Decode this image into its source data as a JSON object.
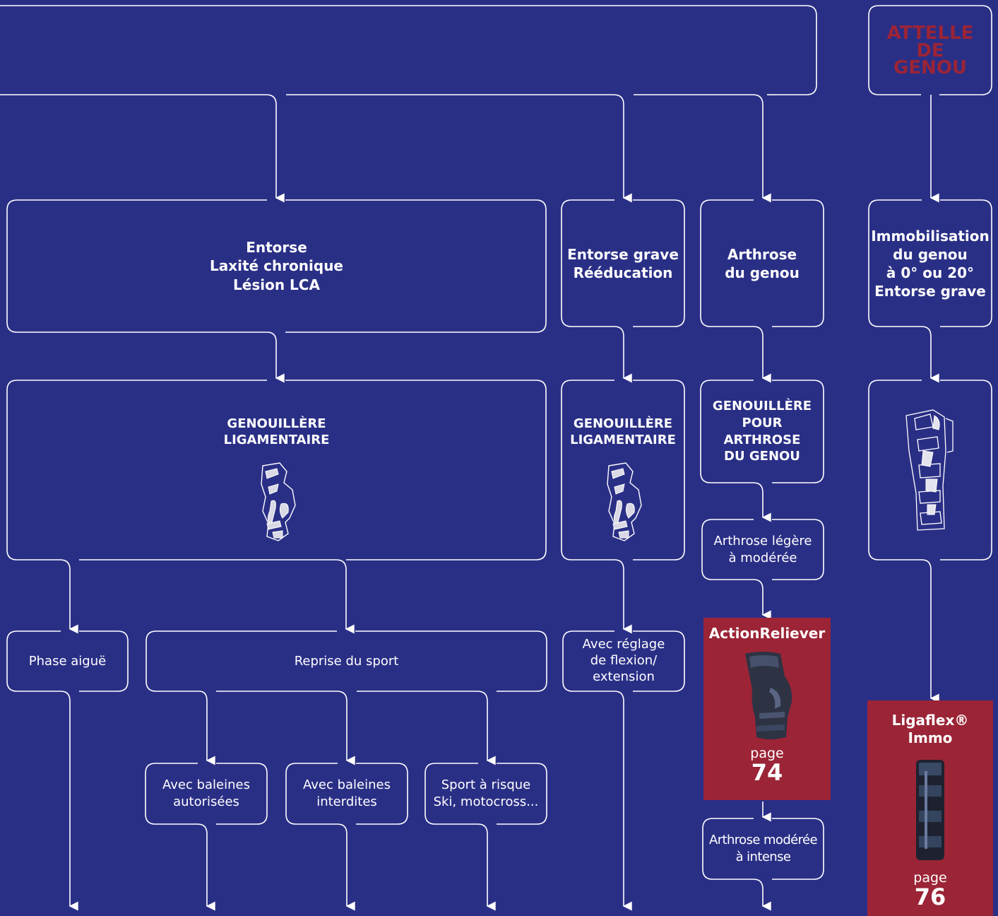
{
  "colors": {
    "background": "#2a2f86",
    "line": "#ffffff",
    "product": "#9b2436",
    "header_text": "#9b2436"
  },
  "header": {
    "title": "ATTELLE\nDE\nGENOU"
  },
  "conditions": {
    "entorse": "Entorse\nLaxité chronique\nLésion LCA",
    "entorse_grave": "Entorse grave\nRééducation",
    "arthrose": "Arthrose\ndu genou",
    "immobilisation": "Immobilisation\ndu genou\nà 0° ou 20°\nEntorse grave"
  },
  "products": {
    "lig_main": "GENOUILLÈRE\nLIGAMENTAIRE",
    "lig_grave": "GENOUILLÈRE\nLIGAMENTAIRE",
    "arthrose": "GENOUILLÈRE\nPOUR\nARTHROSE\nDU GENOU"
  },
  "icons": {
    "knee_brace": "knee-brace-icon",
    "knee_splint": "knee-splint-icon",
    "arrow": "arrow-down-icon"
  },
  "steps": {
    "phase_aigue": "Phase aiguë",
    "reprise": "Reprise du sport",
    "baleines_autorisees": "Avec baleines\nautorisées",
    "baleines_interdites": "Avec baleines\ninterdites",
    "sport_risque": "Sport à risque\nSki, motocross...",
    "reglage": "Avec réglage\nde flexion/\nextension",
    "arthrose_legere": "Arthrose légère\nà modérée",
    "arthrose_moderee": "Arthrose modérée\nà intense"
  },
  "cards": {
    "action": {
      "name": "ActionReliever",
      "page_label": "page",
      "page": "74"
    },
    "ligaflex": {
      "name": "Ligaflex®\nImmo",
      "page_label": "page",
      "page": "76"
    }
  }
}
